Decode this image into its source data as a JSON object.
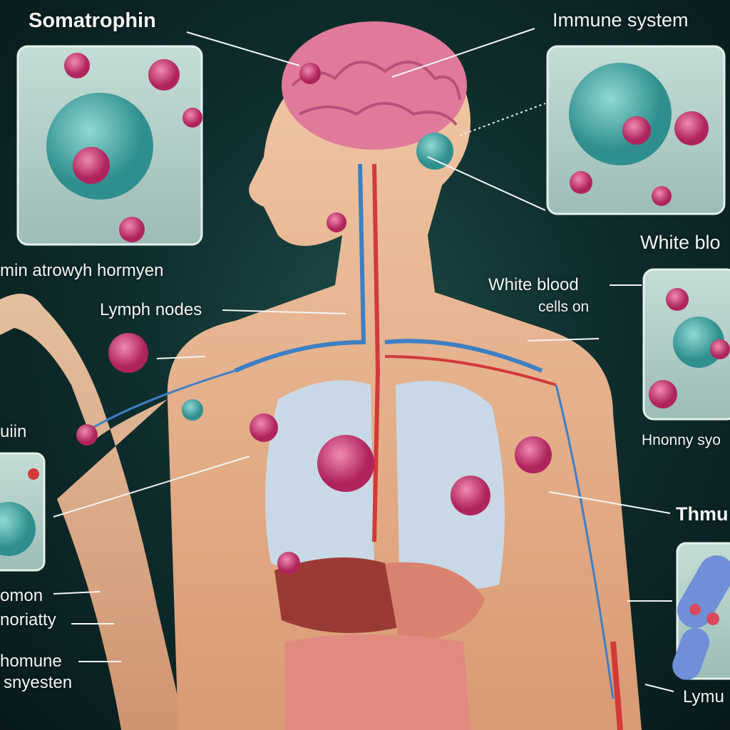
{
  "labels": {
    "somatrophin": "Somatrophin",
    "immune_system": "Immune system",
    "growth_hormone": "min atrowyh hormyen",
    "lymph_nodes": "Lymph nodes",
    "white_blood_cells_line1": "White blood",
    "white_blood_cells_line2": "cells on",
    "white_blood_right": "White blo",
    "left_cut": "uiin",
    "hnonny": "Hnonny syo",
    "thymus": "Thmu",
    "omon": "omon",
    "noriatty": "noriatty",
    "homune": "homune",
    "snyesten": "snyesten",
    "lymu": "Lymu"
  },
  "colors": {
    "background": "#0f2e2e",
    "skin": "#e8b48f",
    "brain": "#e07a9a",
    "lung": "#c9d8e6",
    "vein": "#3d7fc4",
    "artery": "#d23a3a",
    "cell_teal": "#4fb3b0",
    "cell_pink": "#c23a72"
  }
}
